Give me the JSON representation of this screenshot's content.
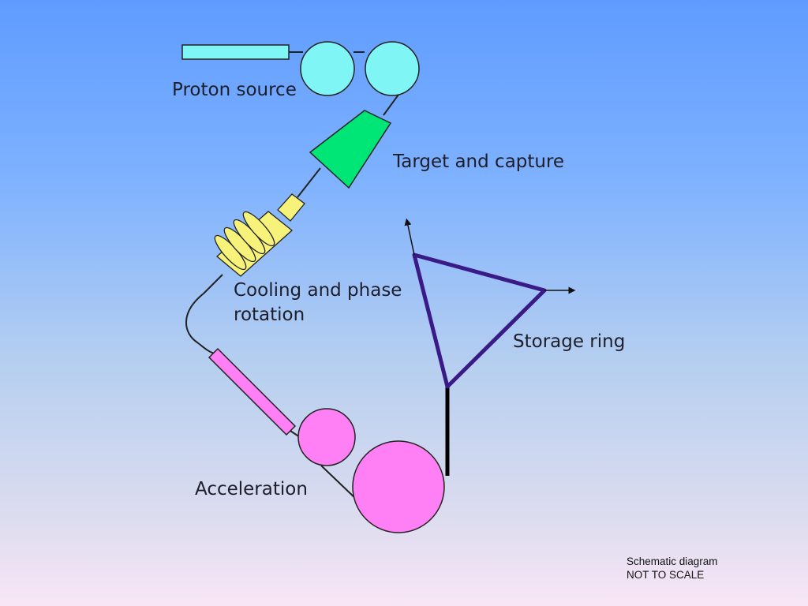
{
  "labels": {
    "proton_source": "Proton source",
    "target_capture": "Target and capture",
    "cooling_line1": "Cooling and phase",
    "cooling_line2": "rotation",
    "storage_ring": "Storage ring",
    "acceleration": "Acceleration"
  },
  "note": {
    "line1": "Schematic diagram",
    "line2": "NOT TO SCALE"
  },
  "colors": {
    "proton_source": "#7ff5f5",
    "target": "#00e676",
    "cooling": "#f6f27a",
    "accelerator": "#ff80f4",
    "storage_ring": "#3a1a86",
    "beamline": "#222222"
  }
}
